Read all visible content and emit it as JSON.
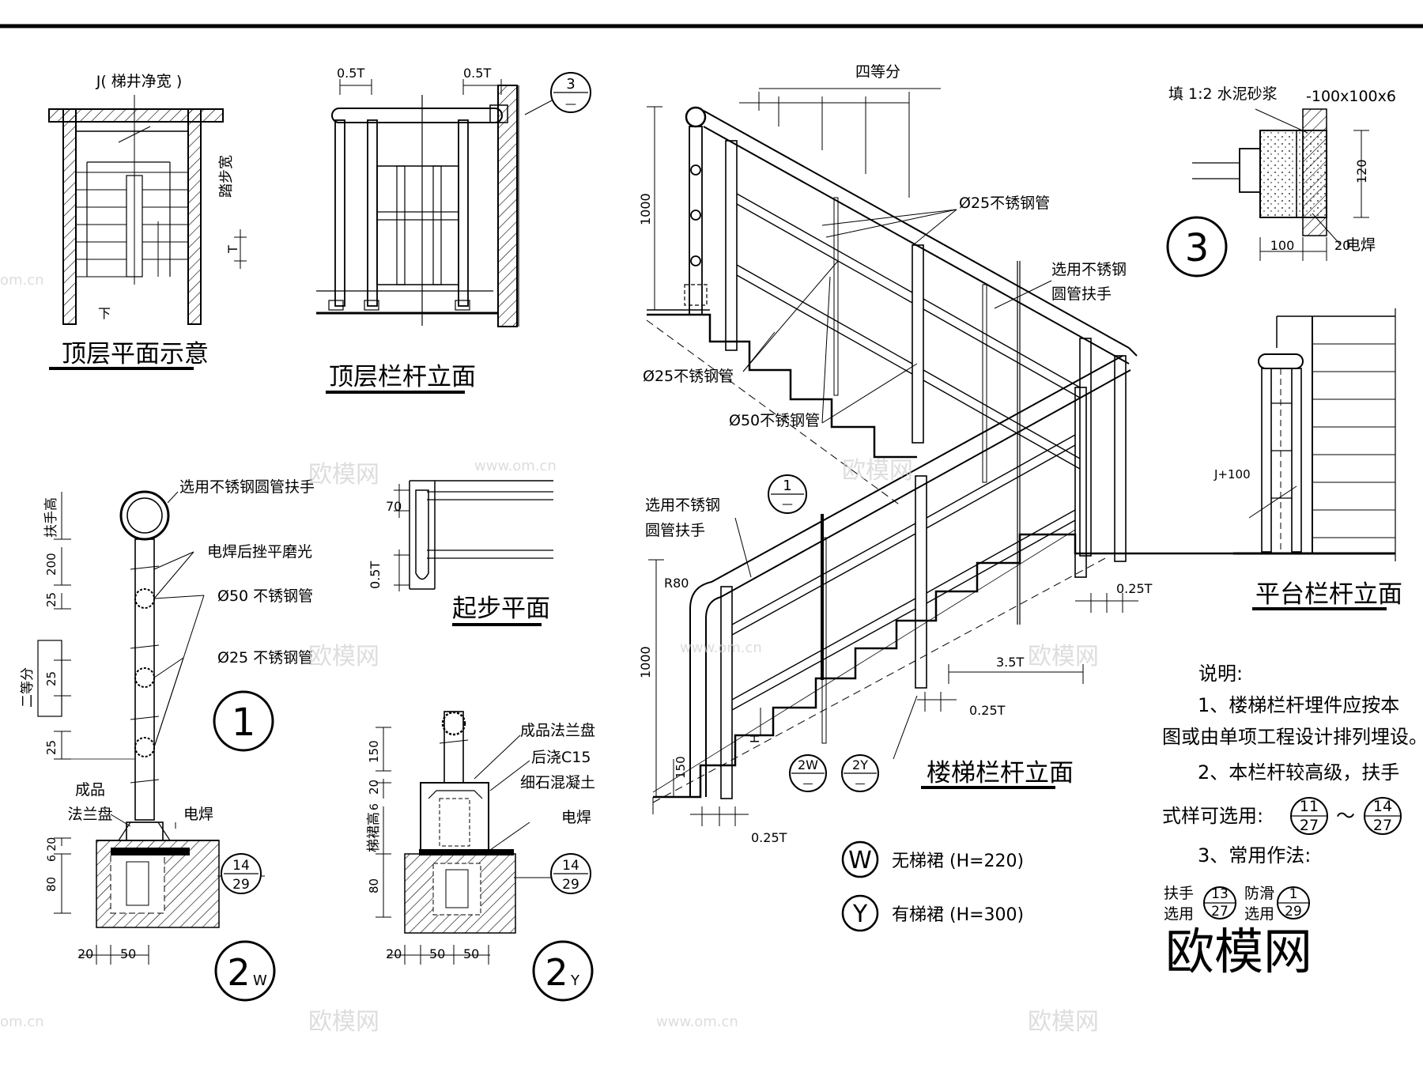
{
  "colors": {
    "ink": "#000000",
    "paper": "#ffffff",
    "watermark": "#cfcfcf"
  },
  "titles": {
    "top_plan": "顶层平面示意",
    "top_rail_elev": "顶层栏杆立面",
    "start_plan": "起步平面",
    "stair_rail_elev": "楼梯栏杆立面",
    "platform_rail_elev": "平台栏杆立面"
  },
  "top_plan": {
    "well_label": "J(  梯井净宽          )",
    "tread_label": "踏步宽",
    "T_mark": "T",
    "down_mark": "下"
  },
  "top_rail": {
    "dim_left": "0.5T",
    "dim_right": "0.5T",
    "ref_num": "3",
    "ref_den": "—"
  },
  "stair_elev": {
    "quarter": "四等分",
    "pipe25_upper": "Ø25不锈钢管",
    "handrail_upper": [
      "选用不锈钢",
      "圆管扶手"
    ],
    "pipe25_left": "Ø25不锈钢管",
    "pipe50_left": "Ø50不锈钢管",
    "height_upper": "1000",
    "height_lower": "1000",
    "handrail_lower": [
      "选用不锈钢",
      "圆管扶手"
    ],
    "radius": "R80",
    "dim_150": "150",
    "dim_H": "H",
    "dim_025t_a": "0.25T",
    "dim_35t": "3.5T",
    "dim_025t_b": "0.25T",
    "dim_025t_c": "0.25T",
    "ref1_num": "1",
    "ref1_den": "—",
    "ref2w_num": "2W",
    "ref2w_den": "—",
    "ref2y_num": "2Y",
    "ref2y_den": "—"
  },
  "detail3": {
    "fill_note": "填 1:2  水泥砂浆",
    "plate": "-100x100x6",
    "dim_120": "120",
    "dim_100": "100",
    "dim_20": "20",
    "weld": "电焊",
    "number": "3"
  },
  "platform": {
    "dim": "J+100"
  },
  "detail1": {
    "handrail": "选用不锈钢圆管扶手",
    "weld_grind": "电焊后挫平磨光",
    "pipe50": "Ø50 不锈钢管",
    "pipe25": "Ø25 不锈钢管",
    "dim_handrail_h": "扶手高",
    "dim_200": "200",
    "dim_25a": "25",
    "dim_25b": "25",
    "dim_25c": "25",
    "dim_half": "二等分",
    "number": "1"
  },
  "start_plan": {
    "dim_70": "70",
    "dim_05t": "0.5T"
  },
  "detail2w": {
    "flange": [
      "成品",
      "法兰盘"
    ],
    "weld": "电焊",
    "dim_620": "6 20",
    "dim_80": "80",
    "dim_20": "20",
    "dim_50": "50",
    "ref_num": "14",
    "ref_den": "29",
    "number": "2",
    "sub": "W"
  },
  "detail2y": {
    "flange": "成品法兰盘",
    "concrete1": "后浇C15",
    "concrete2": "细石混凝土",
    "weld": "电焊",
    "dim_150": "150",
    "dim_20": "20",
    "dim_6": "6",
    "dim_skirt": "梯裙高",
    "dim_80": "80",
    "dim_20b": "20",
    "dim_50a": "50",
    "dim_50b": "50",
    "ref_num": "14",
    "ref_den": "29",
    "number": "2",
    "sub": "Y"
  },
  "legend": [
    {
      "letter": "W",
      "text": "无梯裙 (H=220)"
    },
    {
      "letter": "Y",
      "text": "有梯裙 (H=300)"
    }
  ],
  "notes": {
    "title": "说明:",
    "line1": "1、楼梯栏杆埋件应按本",
    "line2": "图或由单项工程设计排列埋设。",
    "line3": "2、本栏杆较高级，扶手",
    "line4": "式样可选用:",
    "range_a_num": "11",
    "range_a_den": "27",
    "range_sep": "～",
    "range_b_num": "14",
    "range_b_den": "27",
    "line5": "3、常用作法:",
    "handrail_top": "扶手",
    "handrail_bot": "选用",
    "handrail_num": "13",
    "handrail_den": "27",
    "antislip_top": "防滑",
    "antislip_bot": "选用",
    "antislip_num": "1",
    "antislip_den": "29"
  },
  "watermarks": {
    "brand": "欧模网",
    "site": "www.om.cn",
    "domain": "om.cn"
  }
}
